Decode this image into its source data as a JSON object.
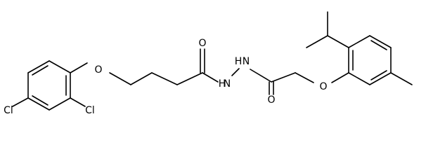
{
  "molecule": {
    "atom_labels": {
      "cl_para": "Cl",
      "cl_ortho": "Cl",
      "ether_o_left": "O",
      "carbonyl_o_left": "O",
      "hydrazide_n1": "N",
      "hydrazide_h1": "H",
      "hydrazide_n2": "N",
      "hydrazide_h2": "H",
      "carbonyl_o_right": "O",
      "ether_o_right": "O"
    },
    "colors": {
      "bonds": "#000000",
      "labels": "#000000",
      "background": "#ffffff"
    }
  }
}
